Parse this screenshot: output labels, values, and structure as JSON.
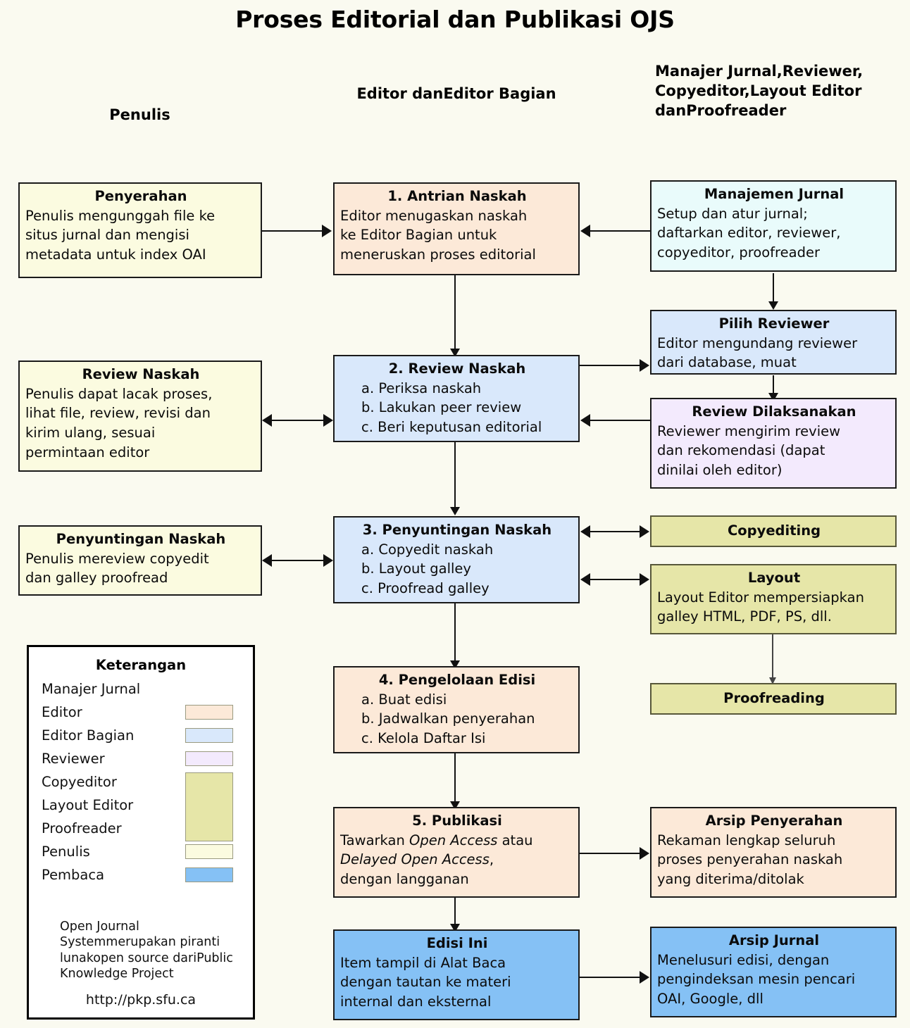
{
  "title": "Proses Editorial dan Publikasi OJS",
  "columns": {
    "authors": "Penulis",
    "editors": "Editor dan\nEditor Bagian",
    "others": "Manajer Jurnal,\nReviewer, Copyeditor,\nLayout Editor dan\nProofreader"
  },
  "boxes": {
    "penyerahan": {
      "heading": "Penyerahan",
      "lines": [
        "Penulis mengunggah file ke",
        "situs jurnal dan mengisi",
        "metadata untuk index OAI"
      ],
      "role": "Penulis",
      "color": "#fbfbe0"
    },
    "antrian_naskah": {
      "heading": "1. Antrian Naskah",
      "lines": [
        "Editor menugaskan naskah",
        "ke Editor Bagian untuk",
        "meneruskan proses editorial"
      ],
      "role": "Editor",
      "color": "#fce9d8"
    },
    "manajemen_jurnal": {
      "heading": "Manajemen Jurnal",
      "lines": [
        "Setup dan atur jurnal;",
        "daftarkan editor, reviewer,",
        "copyeditor, proofreader"
      ],
      "role": "Manajer Jurnal",
      "color": "#e9fbfb"
    },
    "pilih_reviewer": {
      "heading": "Pilih Reviewer",
      "lines": [
        "Editor mengundang reviewer",
        "dari database, muat"
      ],
      "role": "Editor Bagian",
      "color": "#d9e8fb"
    },
    "review_naskah_penulis": {
      "heading": "Review Naskah",
      "lines": [
        "Penulis dapat lacak proses,",
        "lihat file, review, revisi dan",
        "kirim ulang, sesuai",
        "permintaan editor"
      ],
      "role": "Penulis",
      "color": "#fbfbe0"
    },
    "review_naskah": {
      "heading": "2. Review Naskah",
      "lines": [
        "a. Periksa naskah",
        "b. Lakukan peer review",
        "c. Beri keputusan editorial"
      ],
      "role": "Editor Bagian",
      "color": "#d9e8fb"
    },
    "review_dilaksanakan": {
      "heading": "Review Dilaksanakan",
      "lines": [
        "Reviewer mengirim review",
        "dan rekomendasi (dapat",
        "dinilai oleh editor)"
      ],
      "role": "Reviewer",
      "color": "#f3eafd"
    },
    "penyuntingan_naskah_penulis": {
      "heading": "Penyuntingan Naskah",
      "lines": [
        "Penulis mereview copyedit",
        "dan galley proofread"
      ],
      "role": "Penulis",
      "color": "#fbfbe0"
    },
    "penyuntingan_naskah": {
      "heading": "3. Penyuntingan Naskah",
      "lines": [
        "a. Copyedit naskah",
        "b. Layout galley",
        "c. Proofread galley"
      ],
      "role": "Editor Bagian",
      "color": "#d9e8fb"
    },
    "copyediting": {
      "heading": "Copyediting",
      "lines": [],
      "role": "Copyeditor",
      "color": "#e6e6a8"
    },
    "layout": {
      "heading": "Layout",
      "lines": [
        "Layout Editor mempersiapkan",
        "galley HTML, PDF, PS, dll."
      ],
      "role": "Layout Editor",
      "color": "#e6e6a8"
    },
    "proofreading": {
      "heading": "Proofreading",
      "lines": [],
      "role": "Proofreader",
      "color": "#e6e6a8"
    },
    "pengelolaan_edisi": {
      "heading": "4. Pengelolaan Edisi",
      "lines": [
        "a. Buat edisi",
        "b. Jadwalkan penyerahan",
        "c. Kelola Daftar Isi"
      ],
      "role": "Editor",
      "color": "#fce9d8"
    },
    "publikasi": {
      "heading": "5. Publikasi",
      "lines_html": [
        "Tawarkan <em>Open Access</em> atau",
        "<em>Delayed Open Access</em>,",
        "dengan langganan"
      ],
      "lines": [
        "Tawarkan Open Access atau",
        "Delayed Open Access,",
        "dengan langganan"
      ],
      "role": "Editor",
      "color": "#fce9d8"
    },
    "arsip_penyerahan": {
      "heading": "Arsip Penyerahan",
      "lines": [
        "Rekaman lengkap seluruh",
        "proses penyerahan naskah",
        "yang diterima/ditolak"
      ],
      "role": "Editor",
      "color": "#fce9d8"
    },
    "edisi_ini": {
      "heading": "Edisi Ini",
      "lines": [
        "Item tampil di Alat Baca",
        "dengan tautan ke materi",
        "internal dan eksternal"
      ],
      "role": "Pembaca",
      "color": "#85c1f5"
    },
    "arsip_jurnal": {
      "heading": "Arsip Jurnal",
      "lines": [
        "Menelusuri edisi, dengan",
        "pengindeksan mesin pencari",
        "OAI, Google, dll"
      ],
      "role": "Pembaca",
      "color": "#85c1f5"
    }
  },
  "legend": {
    "title": "Keterangan",
    "items": [
      {
        "label": "Manajer Jurnal",
        "color": "",
        "swatch": false
      },
      {
        "label": "Editor",
        "color": "#fce9d8",
        "swatch": true
      },
      {
        "label": "Editor Bagian",
        "color": "#d9e8fb",
        "swatch": true
      },
      {
        "label": "Reviewer",
        "color": "#f3eafd",
        "swatch": true
      },
      {
        "label": "Copyeditor",
        "color": "#e6e6a8",
        "swatch": true
      },
      {
        "label": "Layout Editor",
        "color": "#e6e6a8",
        "swatch": false
      },
      {
        "label": "Proofreader",
        "color": "#e6e6a8",
        "swatch": false
      },
      {
        "label": "Penulis",
        "color": "#fbfbe0",
        "swatch": true
      },
      {
        "label": "Pembaca",
        "color": "#85c1f5",
        "swatch": true
      }
    ],
    "note": [
      "Open Journal System",
      "merupakan piranti lunak",
      "open source dari",
      "Public Knowledge Project"
    ],
    "url": "http://pkp.sfu.ca"
  }
}
